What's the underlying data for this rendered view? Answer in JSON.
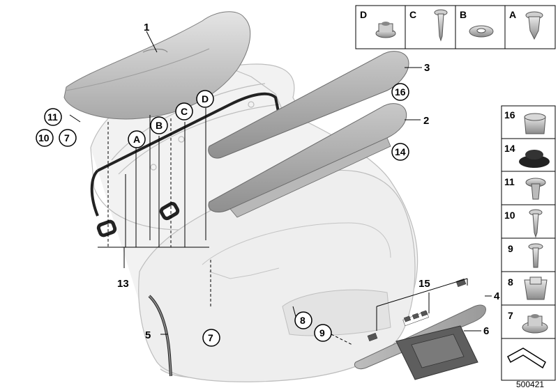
{
  "diagram": {
    "reference_number": "500421",
    "callouts": {
      "c1": "1",
      "c2": "2",
      "c3": "3",
      "c4": "4",
      "c5": "5",
      "c6": "6",
      "c7_left": "7",
      "c7_bottom": "7",
      "c8": "8",
      "c9": "9",
      "c10": "10",
      "c11": "11",
      "c13": "13",
      "c14": "14",
      "c15": "15",
      "c16": "16",
      "cA": "A",
      "cB": "B",
      "cC": "C",
      "cD": "D"
    },
    "top_legend": [
      {
        "letter": "D",
        "part": "flange-nut"
      },
      {
        "letter": "C",
        "part": "screw"
      },
      {
        "letter": "B",
        "part": "washer"
      },
      {
        "letter": "A",
        "part": "expanding-rivet"
      }
    ],
    "side_legend": [
      {
        "number": "16",
        "part": "clip"
      },
      {
        "number": "14",
        "part": "rubber-grommet"
      },
      {
        "number": "11",
        "part": "rivet"
      },
      {
        "number": "10",
        "part": "self-tapping-screw"
      },
      {
        "number": "9",
        "part": "screw"
      },
      {
        "number": "8",
        "part": "sheet-metal-nut"
      },
      {
        "number": "7",
        "part": "nut"
      }
    ],
    "colors": {
      "part_fill": "#d9d9d9",
      "part_dark": "#8c8c8c",
      "line": "#000000",
      "ghost": "#c8c8c8"
    }
  }
}
